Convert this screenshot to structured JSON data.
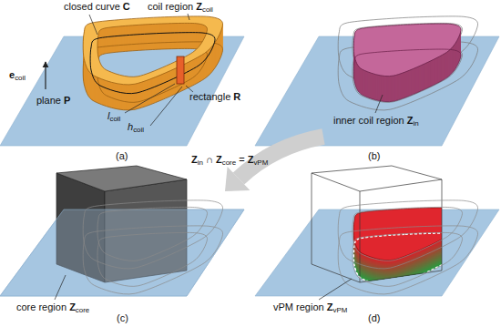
{
  "diagram": {
    "labels": [
      "closed curve",
      "C",
      "coil region",
      "Z",
      "coil",
      "e",
      "coil",
      "l",
      "coil",
      "h",
      "coil",
      "rectangle",
      "R",
      "plane",
      "P",
      "(a)",
      "inner coil region",
      "Z",
      "in",
      "(b)",
      "Z",
      "in",
      "∩",
      "Z",
      "core",
      "=",
      "Z",
      "vPM",
      "core region",
      "Z",
      "core",
      "(c)",
      "vPM region",
      "Z",
      "vPM",
      "(d)"
    ]
  }
}
